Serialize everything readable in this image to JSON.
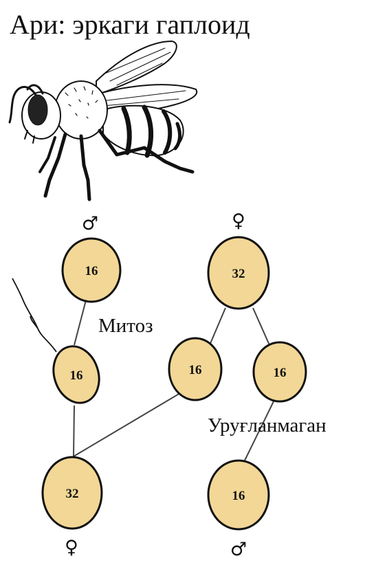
{
  "title": "Ари: эркаги гаплоид",
  "illustration": "bee-illustration",
  "cell_color": "#f2d796",
  "cells": {
    "male_parent": "16",
    "female_parent": "32",
    "sperm": "16",
    "egg_fertilized_branch": "16",
    "egg_unfertilized_branch": "16",
    "female_offspring": "32",
    "male_offspring": "16"
  },
  "labels": {
    "mitosis": "Митоз",
    "unfertilized": "Уруғланмаган"
  },
  "symbols": {
    "male_parent": "♂",
    "female_parent": "♀",
    "female_offspring": "♀",
    "male_offspring": "♂"
  }
}
